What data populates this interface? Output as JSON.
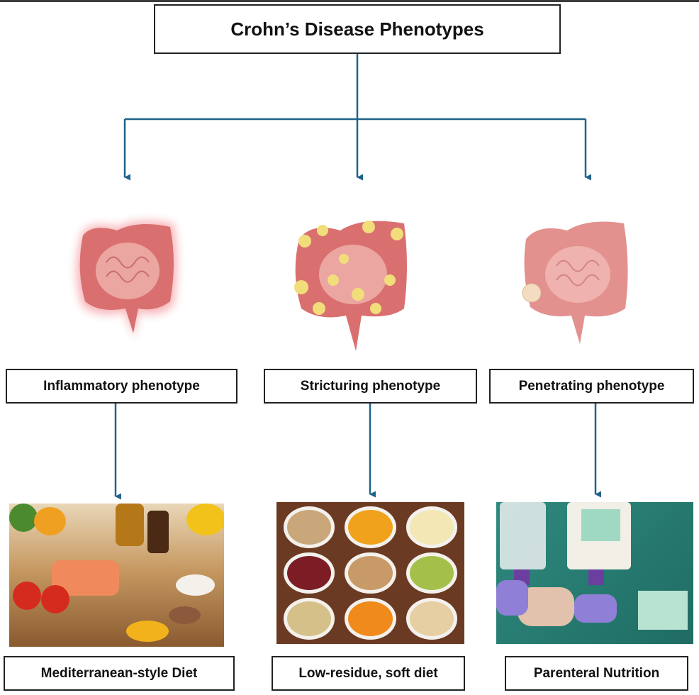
{
  "title": "Crohn’s Disease Phenotypes",
  "phenotypes": [
    {
      "label": "Inflammatory phenotype",
      "treatment": "Mediterranean-style Diet"
    },
    {
      "label": "Stricturing phenotype",
      "treatment": "Low-residue, soft diet"
    },
    {
      "label": "Penetrating phenotype",
      "treatment": "Parenteral Nutrition"
    }
  ],
  "colors": {
    "arrow": "#1f6389",
    "intestine": "#e8a4a0",
    "inflamed_glow": "#f0606a",
    "stricture": "#f1dd7a"
  }
}
